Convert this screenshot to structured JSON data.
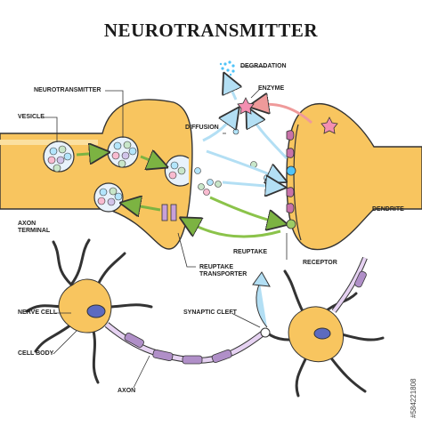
{
  "title": "NEUROTRANSMITTER",
  "labels": {
    "neurotransmitter": "NEUROTRANSMITTER",
    "vesicle": "VESICLE",
    "axon_terminal": "AXON\nTERMINAL",
    "diffusion": "DIFFUSION",
    "degradation": "DEGRADATION",
    "enzyme": "ENZYME",
    "dendrite": "DENDRITE",
    "reuptake": "REUPTAKE",
    "receptor": "RECEPTOR",
    "reuptake_transporter": "REUPTAKE\nTRANSPORTER",
    "synaptic_cleft": "SYNAPTIC CLEFT",
    "nerve_cell": "NERVE CELL",
    "cell_body": "CELL BODY",
    "axon": "AXON"
  },
  "side_id": "#584221808",
  "colors": {
    "neuron_fill": "#f6c25c",
    "neuron_light": "#fbd98a",
    "outline": "#333333",
    "green_arrow": "#8bc34a",
    "blue_arrow": "#9fd0ea",
    "red_arrow": "#e57373",
    "receptor": "#c070a0",
    "myelin": "#b08fc8"
  }
}
